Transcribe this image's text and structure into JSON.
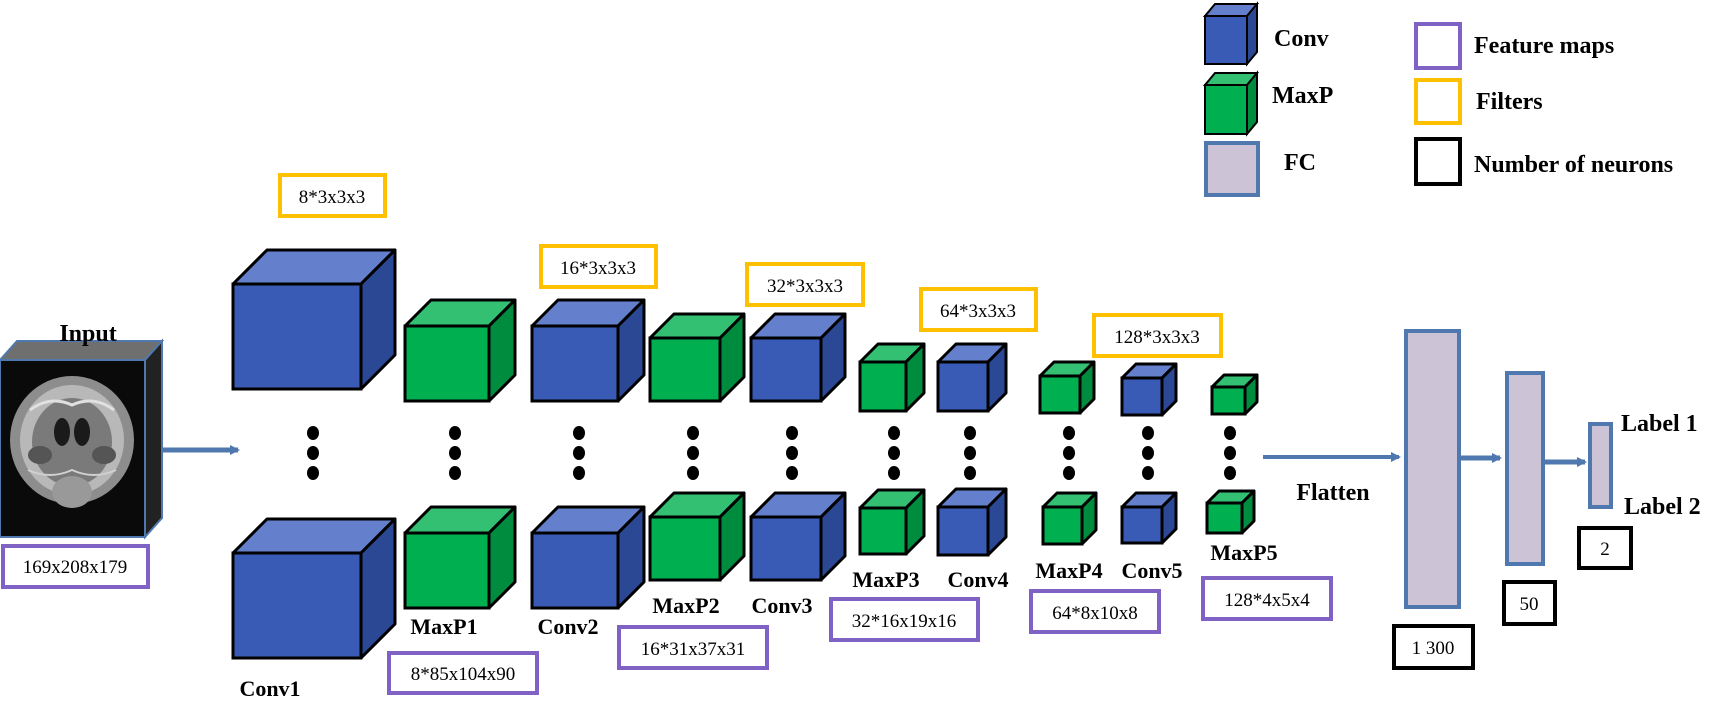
{
  "colors": {
    "conv_front": "#3A5BB5",
    "conv_top": "#6480CC",
    "conv_side": "#2A4894",
    "maxp_front": "#00B050",
    "maxp_top": "#33C073",
    "maxp_side": "#008C3E",
    "fc_fill": "#CCC4D6",
    "fc_stroke": "#4F79AE",
    "feature_box": "#7F62C4",
    "filter_box": "#FFC000",
    "neuron_box": "#000000",
    "arrow": "#4F79AE"
  },
  "input": {
    "title": "Input",
    "dims": "169x208x179"
  },
  "layers": {
    "conv1": {
      "name": "Conv1",
      "filters": "8*3x3x3"
    },
    "maxp1": {
      "name": "MaxP1",
      "features": "8*85x104x90"
    },
    "conv2": {
      "name": "Conv2",
      "filters": "16*3x3x3"
    },
    "maxp2": {
      "name": "MaxP2",
      "features": "16*31x37x31"
    },
    "conv3": {
      "name": "Conv3",
      "filters": "32*3x3x3"
    },
    "maxp3": {
      "name": "MaxP3",
      "features": "32*16x19x16"
    },
    "conv4": {
      "name": "Conv4",
      "filters": "64*3x3x3"
    },
    "maxp4": {
      "name": "MaxP4",
      "features": "64*8x10x8"
    },
    "conv5": {
      "name": "Conv5",
      "filters": "128*3x3x3"
    },
    "maxp5": {
      "name": "MaxP5",
      "features": "128*4x5x4"
    }
  },
  "flatten": "Flatten",
  "fc": [
    {
      "neurons": "1 300"
    },
    {
      "neurons": "50"
    },
    {
      "neurons": "2"
    }
  ],
  "outputs": {
    "label1": "Label 1",
    "label2": "Label 2"
  },
  "legend": {
    "conv": "Conv",
    "maxp": "MaxP",
    "fc": "FC",
    "feature_maps": "Feature maps",
    "filters": "Filters",
    "neurons": "Number of neurons"
  }
}
